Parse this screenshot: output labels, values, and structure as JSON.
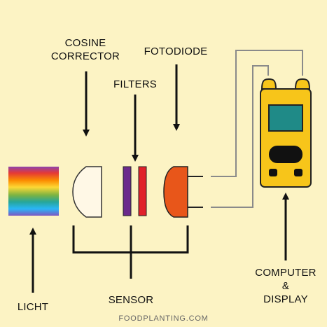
{
  "labels": {
    "cosine_corrector_line1": "COSINE",
    "cosine_corrector_line2": "CORRECTOR",
    "fotodiode": "FOTODIODE",
    "filters": "FILTERS",
    "sensor": "SENSOR",
    "licht": "LICHT",
    "computer_line1": "COMPUTER",
    "computer_line2": "&",
    "computer_line3": "DISPLAY"
  },
  "footer": "FOODPLANTING.COM",
  "colors": {
    "background": "#fcf3c4",
    "filter_1": "#6b2a8c",
    "filter_2": "#e0202a",
    "fotodiode": "#e8561a",
    "device_body": "#f7c51a",
    "device_screen": "#1f8a87",
    "cosine_corrector": "#fff8e6",
    "wires": "#8a8a8a",
    "arrows": "#111111"
  },
  "spectrum_colors": [
    "#9b59b6",
    "#e53935",
    "#fb8c00",
    "#fdd835",
    "#7cb342",
    "#26a69a",
    "#29b6f6",
    "#7e57c2"
  ]
}
